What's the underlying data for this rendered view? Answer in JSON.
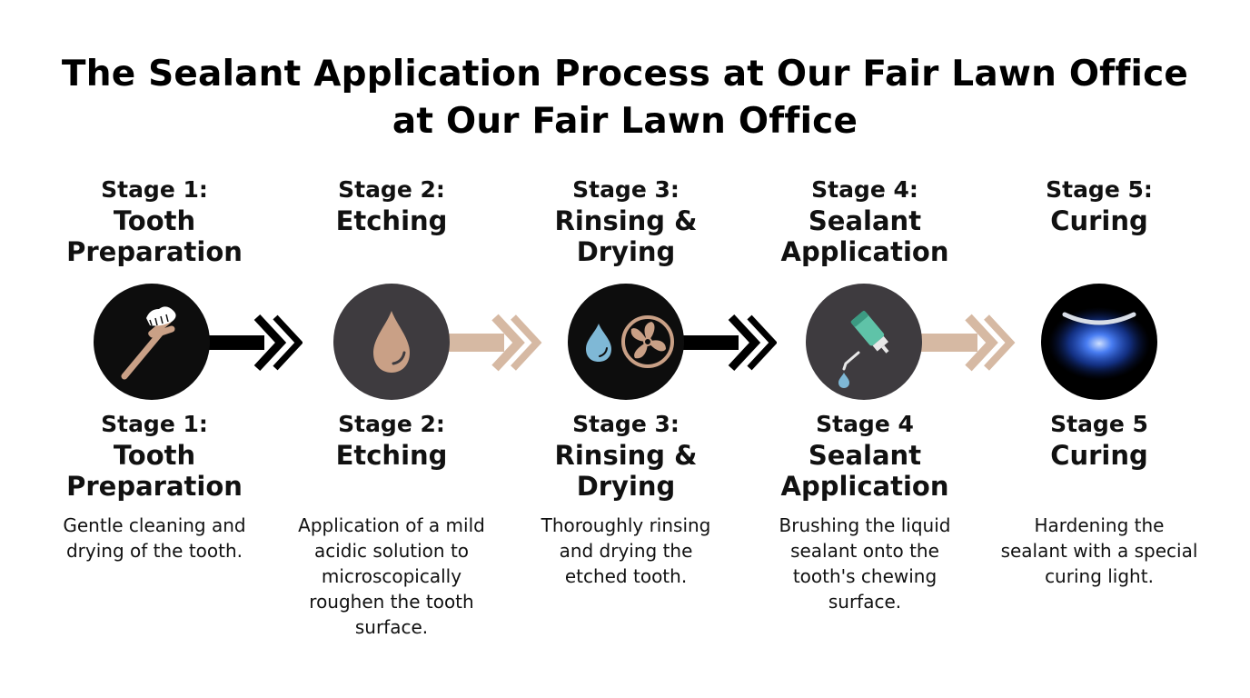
{
  "title": {
    "line1": "The Sealant Application Process at Our Fair Lawn Office",
    "line2": "at Our Fair Lawn Office"
  },
  "colors": {
    "dark_circle": "#0d0d0d",
    "gray_circle": "#3e3b3f",
    "black_arrow": "#000000",
    "tan_arrow": "#d6b9a3",
    "tan_icon": "#c9a086",
    "water_blue": "#7fb8d6",
    "curing_blue": "#2e6bff"
  },
  "stages": [
    {
      "top_number": "Stage 1:",
      "top_name_lines": [
        "Tooth",
        "Preparation"
      ],
      "bottom_number": "Stage 1:",
      "bottom_name_lines": [
        "Tooth",
        "Preparation"
      ],
      "description_lines": [
        "Gentle cleaning and",
        "drying of the tooth."
      ],
      "icon": "toothbrush-icon"
    },
    {
      "top_number": "Stage 2:",
      "top_name_lines": [
        "Etching"
      ],
      "bottom_number": "Stage 2:",
      "bottom_name_lines": [
        "Etching"
      ],
      "description_lines": [
        "Application of a mild",
        "acidic solution to",
        "microscopically",
        "roughen the tooth",
        "surface."
      ],
      "icon": "droplet-icon"
    },
    {
      "top_number": "Stage 3:",
      "top_name_lines": [
        "Rinsing &",
        "Drying"
      ],
      "bottom_number": "Stage 3:",
      "bottom_name_lines": [
        "Rinsing &",
        "Drying"
      ],
      "description_lines": [
        "Thoroughly rinsing",
        "and drying the",
        "etched tooth."
      ],
      "icon": "water-drop-and-fan-icon"
    },
    {
      "top_number": "Stage 4:",
      "top_name_lines": [
        "Sealant",
        "Application"
      ],
      "bottom_number": "Stage 4",
      "bottom_name_lines": [
        "Sealant",
        "Application"
      ],
      "description_lines": [
        "Brushing the liquid",
        "sealant onto the",
        "tooth's chewing",
        "surface."
      ],
      "icon": "sealant-applicator-icon"
    },
    {
      "top_number": "Stage 5:",
      "top_name_lines": [
        "Curing"
      ],
      "bottom_number": "Stage 5",
      "bottom_name_lines": [
        "Curing"
      ],
      "description_lines": [
        "Hardening the",
        "sealant with a special",
        "curing light."
      ],
      "icon": "curing-light-icon"
    }
  ],
  "arrows": [
    {
      "from": "Stage 1",
      "to": "Stage 2",
      "style": "black"
    },
    {
      "from": "Stage 2",
      "to": "Stage 3",
      "style": "tan"
    },
    {
      "from": "Stage 3",
      "to": "Stage 4",
      "style": "black"
    },
    {
      "from": "Stage 4",
      "to": "Stage 5",
      "style": "tan"
    }
  ]
}
